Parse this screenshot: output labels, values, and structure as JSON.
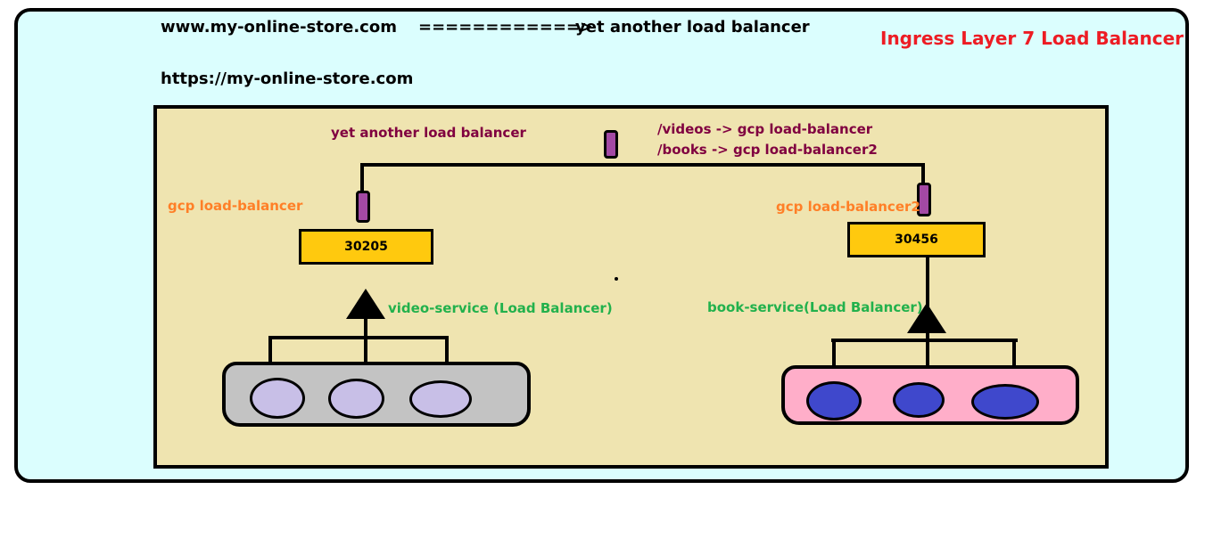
{
  "header": {
    "url_www": "www.my-online-store.com",
    "arrow": "============>",
    "target": "yet another load balancer",
    "url_https": "https://my-online-store.com",
    "title": "Ingress Layer 7 Load Balancer"
  },
  "routing": {
    "lb_label": "yet another load balancer",
    "rule_videos": "/videos  ->  gcp load-balancer",
    "rule_books": "/books   -> gcp load-balancer2"
  },
  "left": {
    "lb_label": "gcp load-balancer",
    "port": "30205",
    "service_label": "video-service (Load Balancer)",
    "pod_color": "#c8bfe7",
    "tray_color": "#c3c3c3"
  },
  "right": {
    "lb_label": "gcp load-balancer2",
    "port": "30456",
    "service_label": "book-service(Load Balancer)",
    "pod_color": "#3f48cc",
    "tray_color": "#ffaec9"
  },
  "colors": {
    "outer_bg": "#dbfefe",
    "inner_bg": "#efe4b0",
    "plug": "#a349a4",
    "port_box": "#ffc90e",
    "title": "#ed1c24"
  }
}
